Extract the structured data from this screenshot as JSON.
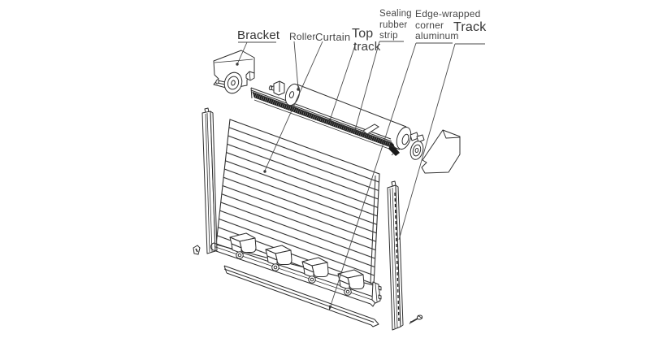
{
  "labels": {
    "bracket": "Bracket",
    "roller": "Roller",
    "curtain": "Curtain",
    "top_track": {
      "line1": "Top",
      "line2": "track"
    },
    "sealing_rubber_strip": {
      "line1": "Sealing",
      "line2": "rubber",
      "line3": "strip"
    },
    "edge_wrapped_corner_aluminum": {
      "line1": "Edge-wrapped",
      "line2": "corner",
      "line3": "aluminum"
    },
    "track": "Track"
  },
  "colors": {
    "background": "#ffffff",
    "line": "#2e2e2e",
    "label_text": "#3c3c3c",
    "seal_strip_dark": "#1a1a1a"
  }
}
